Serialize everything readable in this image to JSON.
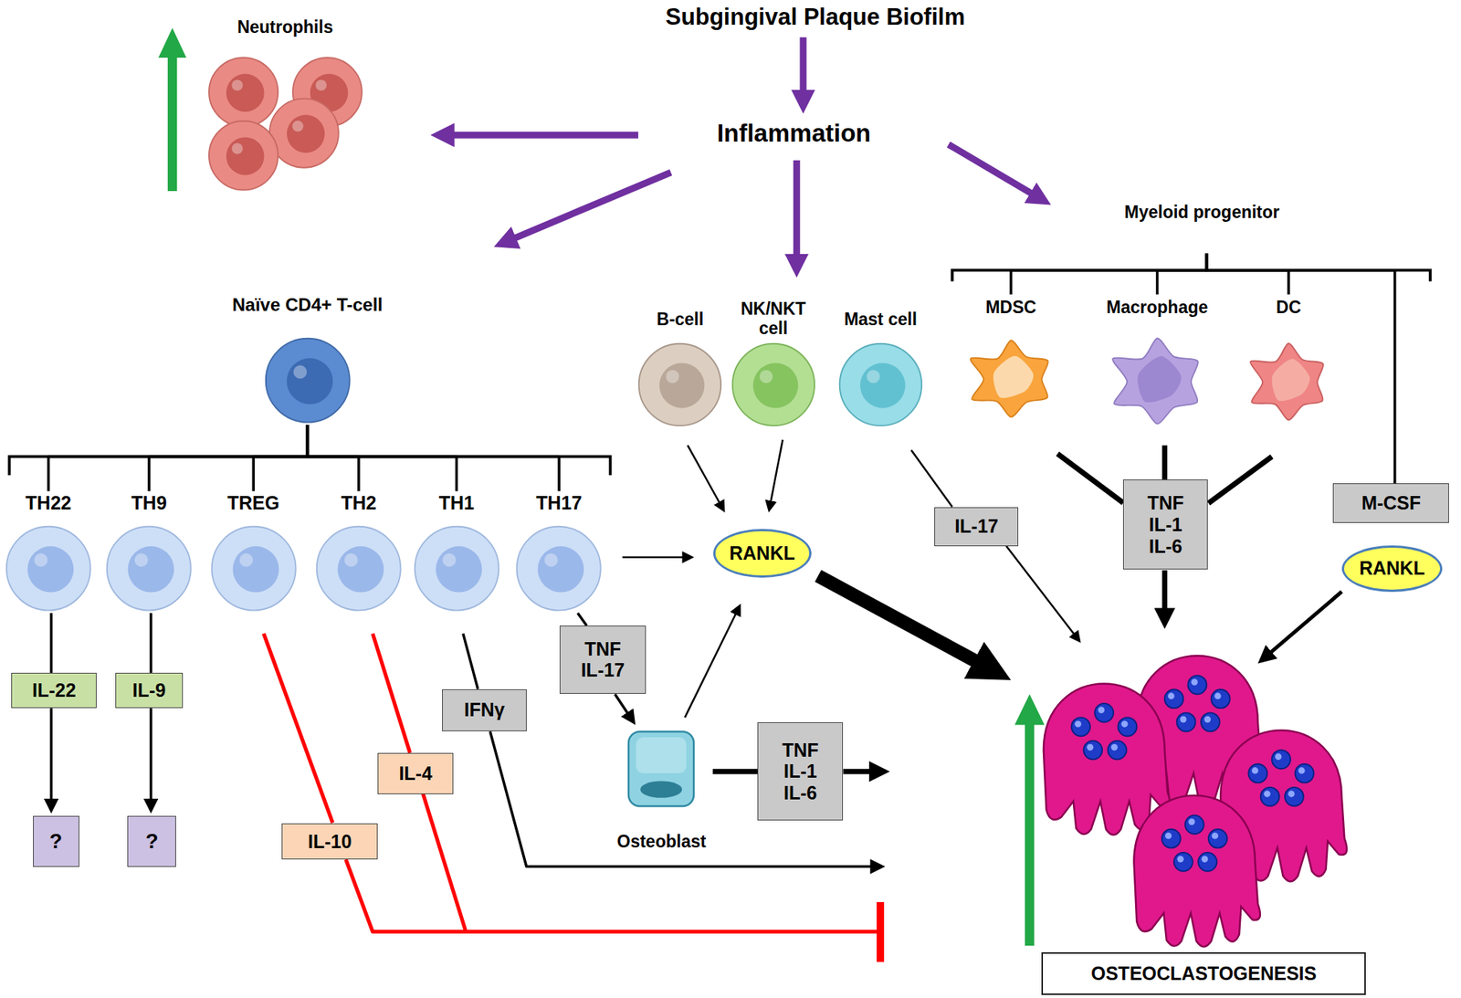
{
  "diagram": {
    "nodes": [
      {
        "text": [
          "Subgingival Plaque Biofilm"
        ]
      },
      {
        "text": [
          "Inflammation"
        ]
      },
      {
        "text": [
          "Neutrophils"
        ]
      },
      {
        "text": [
          "Naïve CD4+ T-cell"
        ]
      },
      {
        "text": [
          "B-cell"
        ]
      },
      {
        "text": [
          "NK/NKT cell"
        ]
      },
      {
        "text": [
          "Mast cell"
        ]
      },
      {
        "text": [
          "Myeloid progenitor"
        ]
      },
      {
        "text": [
          "MDSC"
        ]
      },
      {
        "text": [
          "Macrophage"
        ]
      },
      {
        "text": [
          "DC"
        ]
      },
      {
        "text": [
          "TH22"
        ]
      },
      {
        "text": [
          "TH9"
        ]
      },
      {
        "text": [
          "TREG"
        ]
      },
      {
        "text": [
          "TH2"
        ]
      },
      {
        "text": [
          "TH1"
        ]
      },
      {
        "text": [
          "TH17"
        ]
      },
      {
        "text": [
          "IL-22"
        ]
      },
      {
        "text": [
          "IL-9"
        ]
      },
      {
        "text": [
          "?"
        ]
      },
      {
        "text": [
          "?"
        ]
      },
      {
        "text": [
          "IL-10"
        ]
      },
      {
        "text": [
          "IL-4"
        ]
      },
      {
        "text": [
          "IFNγ"
        ]
      },
      {
        "text": [
          "TNF IL-17"
        ]
      },
      {
        "text": [
          "Osteoblast"
        ]
      },
      {
        "text": [
          "TNF IL-1 IL-6"
        ]
      },
      {
        "text": [
          "RANKL"
        ]
      },
      {
        "text": [
          "IL-17"
        ]
      },
      {
        "text": [
          "TNF IL-1 IL-6"
        ]
      },
      {
        "text": [
          "M-CSF"
        ]
      },
      {
        "text": [
          "RANKL"
        ]
      },
      {
        "text": [
          "OSTEOCLASTOGENESIS"
        ]
      }
    ],
    "edges": [
      {
        "from": 0,
        "to": 1,
        "arrow": "to"
      },
      {
        "from": 1,
        "to": 2,
        "arrow": "to"
      },
      {
        "from": 1,
        "to": 3,
        "arrow": "to"
      },
      {
        "from": 1,
        "to": 5,
        "arrow": "to"
      },
      {
        "from": 1,
        "to": 7,
        "arrow": "to"
      },
      {
        "from": 3,
        "to": 11,
        "arrow": "none"
      },
      {
        "from": 3,
        "to": 12,
        "arrow": "none"
      },
      {
        "from": 3,
        "to": 13,
        "arrow": "none"
      },
      {
        "from": 3,
        "to": 14,
        "arrow": "none"
      },
      {
        "from": 3,
        "to": 15,
        "arrow": "none"
      },
      {
        "from": 3,
        "to": 16,
        "arrow": "none"
      },
      {
        "from": 7,
        "to": 8,
        "arrow": "none"
      },
      {
        "from": 7,
        "to": 9,
        "arrow": "none"
      },
      {
        "from": 7,
        "to": 10,
        "arrow": "none"
      },
      {
        "from": 7,
        "to": 30,
        "arrow": "none"
      },
      {
        "from": 11,
        "to": 17,
        "arrow": "none"
      },
      {
        "from": 17,
        "to": 19,
        "arrow": "to"
      },
      {
        "from": 12,
        "to": 18,
        "arrow": "none"
      },
      {
        "from": 18,
        "to": 20,
        "arrow": "to"
      },
      {
        "from": 13,
        "to": 21,
        "arrow": "none"
      },
      {
        "from": 21,
        "to": 32,
        "arrow": "to"
      },
      {
        "from": 14,
        "to": 22,
        "arrow": "none"
      },
      {
        "from": 22,
        "to": 32,
        "arrow": "to"
      },
      {
        "from": 15,
        "to": 23,
        "arrow": "none"
      },
      {
        "from": 23,
        "to": 32,
        "arrow": "to"
      },
      {
        "from": 16,
        "to": 27,
        "arrow": "to"
      },
      {
        "from": 16,
        "to": 24,
        "arrow": "none"
      },
      {
        "from": 24,
        "to": 25,
        "arrow": "to"
      },
      {
        "from": 25,
        "to": 27,
        "arrow": "to"
      },
      {
        "from": 25,
        "to": 26,
        "arrow": "none"
      },
      {
        "from": 26,
        "to": 32,
        "arrow": "to"
      },
      {
        "from": 4,
        "to": 27,
        "arrow": "to"
      },
      {
        "from": 5,
        "to": 27,
        "arrow": "to"
      },
      {
        "from": 27,
        "to": 32,
        "arrow": "to"
      },
      {
        "from": 6,
        "to": 28,
        "arrow": "none"
      },
      {
        "from": 28,
        "to": 32,
        "arrow": "to"
      },
      {
        "from": 8,
        "to": 29,
        "arrow": "none"
      },
      {
        "from": 9,
        "to": 29,
        "arrow": "none"
      },
      {
        "from": 10,
        "to": 29,
        "arrow": "none"
      },
      {
        "from": 29,
        "to": 32,
        "arrow": "to"
      },
      {
        "from": 31,
        "to": 32,
        "arrow": "to"
      }
    ]
  }
}
